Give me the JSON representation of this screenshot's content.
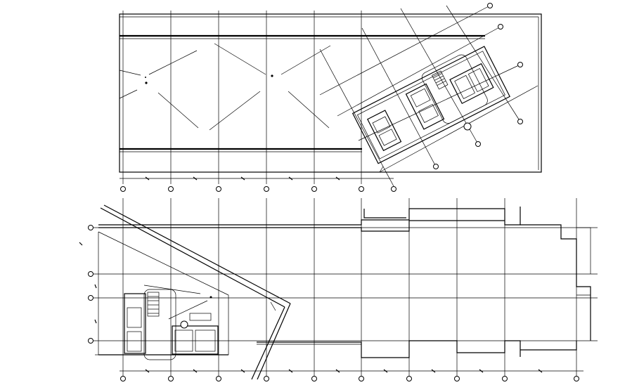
{
  "drawing": {
    "background": "#ffffff",
    "line_color": "#000000",
    "views": [
      {
        "id": "upper-plan",
        "type": "site-plan-rotated-building"
      },
      {
        "id": "lower-plan",
        "type": "floor-plan-with-core"
      }
    ]
  }
}
